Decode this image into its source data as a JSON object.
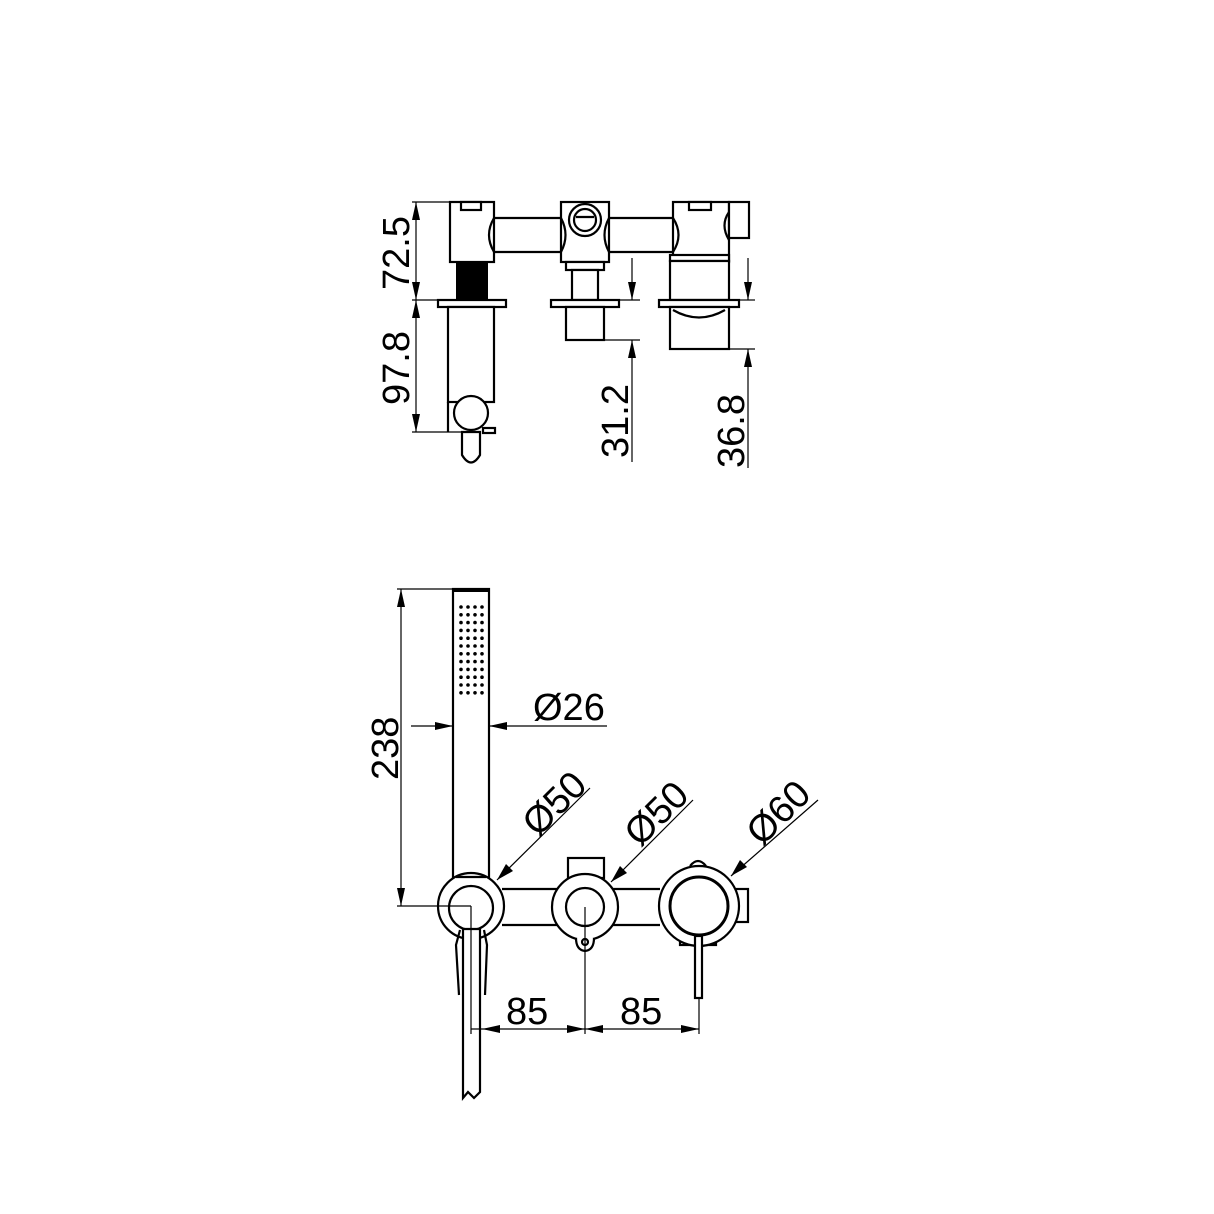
{
  "drawing": {
    "type": "technical dimension drawing",
    "subject": "wall-mounted mixer with diverter and hand shower",
    "units": "mm",
    "line_color": "#000000",
    "background": "#ffffff"
  },
  "side_view": {
    "dimensions": {
      "upper_height": "72.5",
      "lower_height": "97.8",
      "diverter_projection": "31.2",
      "mixer_projection": "36.8"
    }
  },
  "front_view": {
    "dimensions": {
      "hand_shower_length": "238",
      "hand_shower_diameter": "Ø26",
      "holder_diameter": "Ø50",
      "diverter_diameter": "Ø50",
      "mixer_diameter": "Ø60",
      "spacing_left": "85",
      "spacing_right": "85"
    }
  }
}
